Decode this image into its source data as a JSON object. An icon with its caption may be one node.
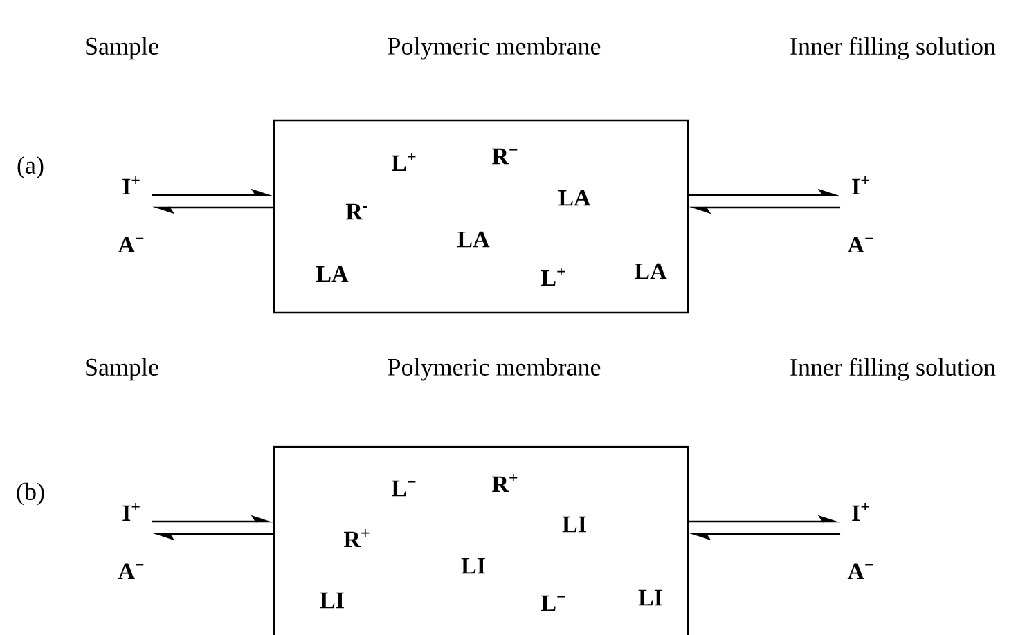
{
  "diagram": {
    "nodes": [
      {
        "text": [
          "I$^{+}$",
          "A$^{−}$"
        ]
      },
      {
        "text": [
          "L$^{+}$",
          "R$^{−}$",
          "R$^{-}$",
          "LA",
          "LA",
          "LA",
          "L$^{+}$",
          "LA"
        ]
      },
      {
        "text": [
          "I$^{+}$",
          "A$^{−}$"
        ]
      },
      {
        "text": [
          "I$^{+}$",
          "A$^{−}$"
        ]
      },
      {
        "text": [
          "L$^{−}$",
          "R$^{+}$",
          "R$^{+}$",
          "LI",
          "LI",
          "LI",
          "L$^{−}$",
          "LI"
        ]
      },
      {
        "text": [
          "I$^{+}$",
          "A$^{−}$"
        ]
      }
    ],
    "edges": [
      {
        "from": 0,
        "to": 1,
        "arrow": "to"
      },
      {
        "from": 1,
        "to": 0,
        "arrow": "to"
      },
      {
        "from": 1,
        "to": 2,
        "arrow": "to"
      },
      {
        "from": 2,
        "to": 1,
        "arrow": "to"
      },
      {
        "from": 3,
        "to": 4,
        "arrow": "to"
      },
      {
        "from": 4,
        "to": 3,
        "arrow": "to"
      },
      {
        "from": 4,
        "to": 5,
        "arrow": "to"
      },
      {
        "from": 5,
        "to": 4,
        "arrow": "to"
      }
    ],
    "labels": [
      "Sample",
      "Polymeric membrane",
      "Inner filling solution",
      "(a)",
      "Sample",
      "Polymeric membrane",
      "Inner filling solution",
      "(b)"
    ]
  }
}
